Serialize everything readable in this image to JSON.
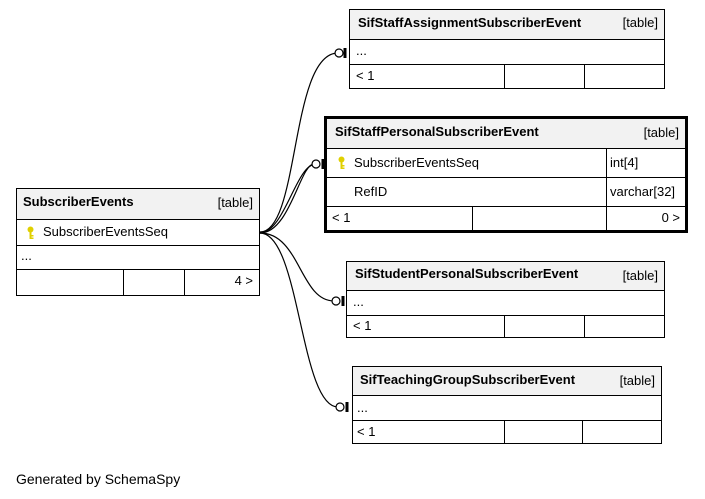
{
  "tables": {
    "subscriber_events": {
      "name": "SubscriberEvents",
      "type": "[table]",
      "columns": [
        {
          "name": "SubscriberEventsSeq",
          "is_key": true
        }
      ],
      "ellipsis": "...",
      "stats": {
        "left": "",
        "mid": "",
        "right": "4 >"
      }
    },
    "staff_assignment": {
      "name": "SifStaffAssignmentSubscriberEvent",
      "type": "[table]",
      "ellipsis": "...",
      "stats": {
        "left": "< 1",
        "mid": "",
        "right": ""
      }
    },
    "staff_personal": {
      "name": "SifStaffPersonalSubscriberEvent",
      "type": "[table]",
      "columns": [
        {
          "name": "SubscriberEventsSeq",
          "datatype": "int[4]",
          "is_key": true
        },
        {
          "name": "RefID",
          "datatype": "varchar[32]",
          "is_key": false
        }
      ],
      "stats": {
        "left": "< 1",
        "mid": "",
        "right": "0 >"
      }
    },
    "student_personal": {
      "name": "SifStudentPersonalSubscriberEvent",
      "type": "[table]",
      "ellipsis": "...",
      "stats": {
        "left": "< 1",
        "mid": "",
        "right": ""
      }
    },
    "teaching_group": {
      "name": "SifTeachingGroupSubscriberEvent",
      "type": "[table]",
      "ellipsis": "...",
      "stats": {
        "left": "< 1",
        "mid": "",
        "right": ""
      }
    }
  },
  "relationships": [
    {
      "from": "SubscriberEvents",
      "to": "SifStaffAssignmentSubscriberEvent"
    },
    {
      "from": "SubscriberEvents",
      "to": "SifStaffPersonalSubscriberEvent"
    },
    {
      "from": "SubscriberEvents",
      "to": "SifStudentPersonalSubscriberEvent"
    },
    {
      "from": "SubscriberEvents",
      "to": "SifTeachingGroupSubscriberEvent"
    }
  ],
  "colors": {
    "key_icon": "#e0d000",
    "header_bg": "#f2f2f2",
    "line": "#000000"
  },
  "footer": "Generated by SchemaSpy"
}
